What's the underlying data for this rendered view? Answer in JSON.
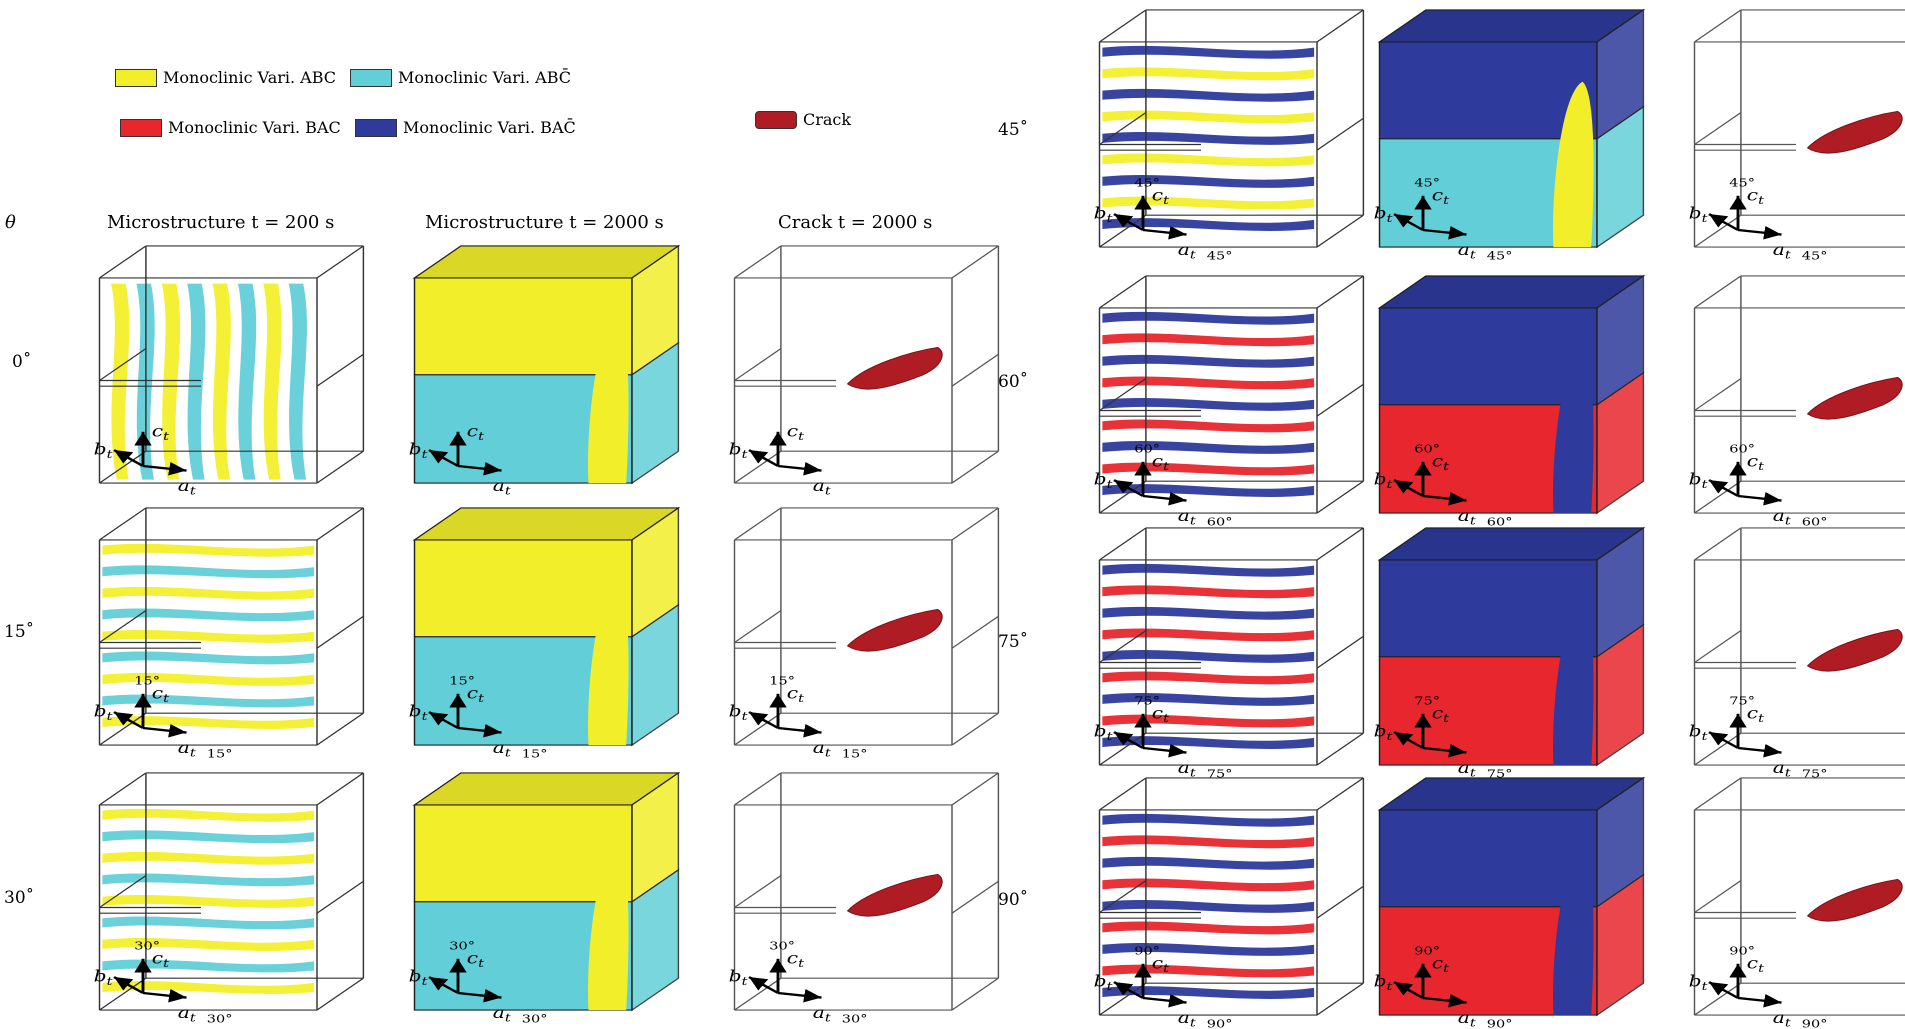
{
  "legend": [
    {
      "label": "Monoclinic Vari. ABC",
      "color": "#f2ef2a"
    },
    {
      "label": "Monoclinic Vari. ABC̄",
      "color": "#62cfd8"
    },
    {
      "label": "Monoclinic Vari. BAC",
      "color": "#e8262d"
    },
    {
      "label": "Monoclinic Vari. BAC̄",
      "color": "#2e3a9c"
    },
    {
      "label": "Crack",
      "color": "#b01c24"
    }
  ],
  "theta_symbol": "θ",
  "column_headers": [
    "Microstructure   t = 200 s",
    "Microstructure   t = 2000 s",
    "Crack  t = 2000 s"
  ],
  "angles": [
    "0˚",
    "15˚",
    "30˚",
    "45˚",
    "60˚",
    "75˚",
    "90˚"
  ],
  "axis_labels": {
    "a": "a",
    "b": "b",
    "c": "c",
    "sub": "t"
  },
  "angle_marks": [
    "",
    "15°",
    "30°",
    "45°",
    "60°",
    "75°",
    "90°"
  ],
  "colors": {
    "yellow": "#f2ef2a",
    "cyan": "#62cfd8",
    "red": "#e8262d",
    "blue": "#2e3a9c",
    "crack": "#b01c24"
  }
}
